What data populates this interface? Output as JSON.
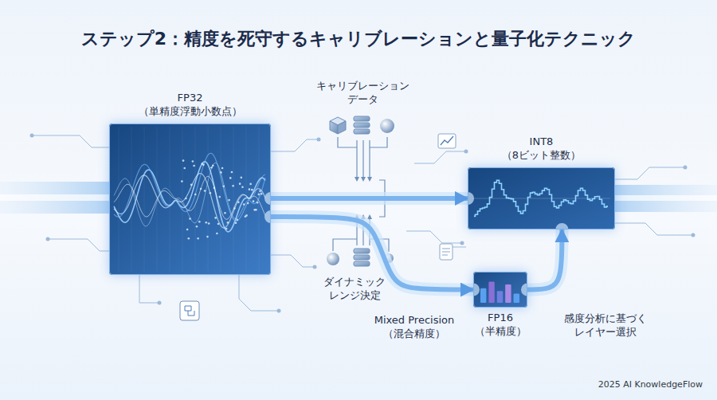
{
  "diagram": {
    "title": "ステップ2：精度を死守するキャリブレーションと量子化テクニック",
    "nodes": [
      {
        "text": [
          "FP32 （単精度浮動小数点）"
        ]
      },
      {
        "text": [
          "INT8 （8ビット整数）"
        ]
      },
      {
        "text": [
          "FP16 （半精度）"
        ]
      }
    ],
    "edges": [
      {
        "from": 0,
        "to": 1,
        "arrow": "to"
      },
      {
        "from": 0,
        "to": 2,
        "arrow": "to"
      },
      {
        "from": 2,
        "to": 1,
        "arrow": "to"
      }
    ],
    "labels": [
      "キャリブレーション データ",
      "ダイナミック レンジ決定",
      "Mixed Precision （混合精度）",
      "感度分析に基づく レイヤー選択",
      "2025 AI KnowledgeFlow"
    ]
  }
}
